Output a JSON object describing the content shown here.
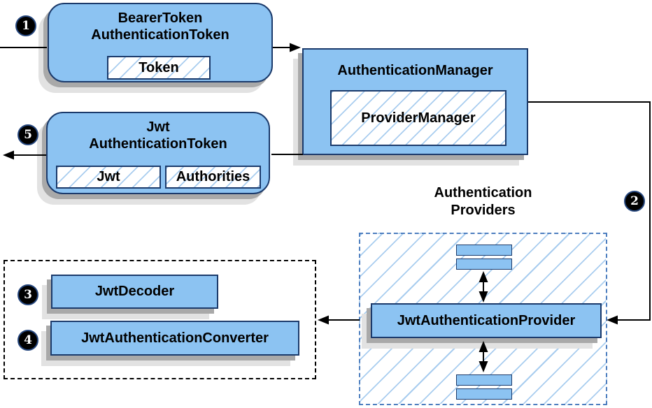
{
  "badges": {
    "step1": "1",
    "step2": "2",
    "step3": "3",
    "step4": "4",
    "step5": "5"
  },
  "nodes": {
    "bearer_token": {
      "title_line1": "BearerToken",
      "title_line2": "AuthenticationToken",
      "field_token": "Token"
    },
    "authentication_manager": {
      "title": "AuthenticationManager",
      "field_provider_manager": "ProviderManager"
    },
    "jwt_authentication_token": {
      "title_line1": "Jwt",
      "title_line2": "AuthenticationToken",
      "field_jwt": "Jwt",
      "field_authorities": "Authorities"
    },
    "authentication_providers": {
      "title_line1": "Authentication",
      "title_line2": "Providers",
      "provider": "JwtAuthenticationProvider"
    },
    "jwt_decoder": {
      "label": "JwtDecoder"
    },
    "jwt_authentication_converter": {
      "label": "JwtAuthenticationConverter"
    }
  },
  "colors": {
    "node_fill": "#8cc3f2",
    "node_border": "#1b3a6b",
    "hatch_line": "#a9cdef",
    "blue_dash_border": "#4d7ebf",
    "black_dash_border": "#000000",
    "shadow_dark": "#a9a9a9",
    "shadow_light": "#e2e2e2",
    "badge_bg": "#000000",
    "badge_text": "#ffffff",
    "connector": "#000000"
  }
}
